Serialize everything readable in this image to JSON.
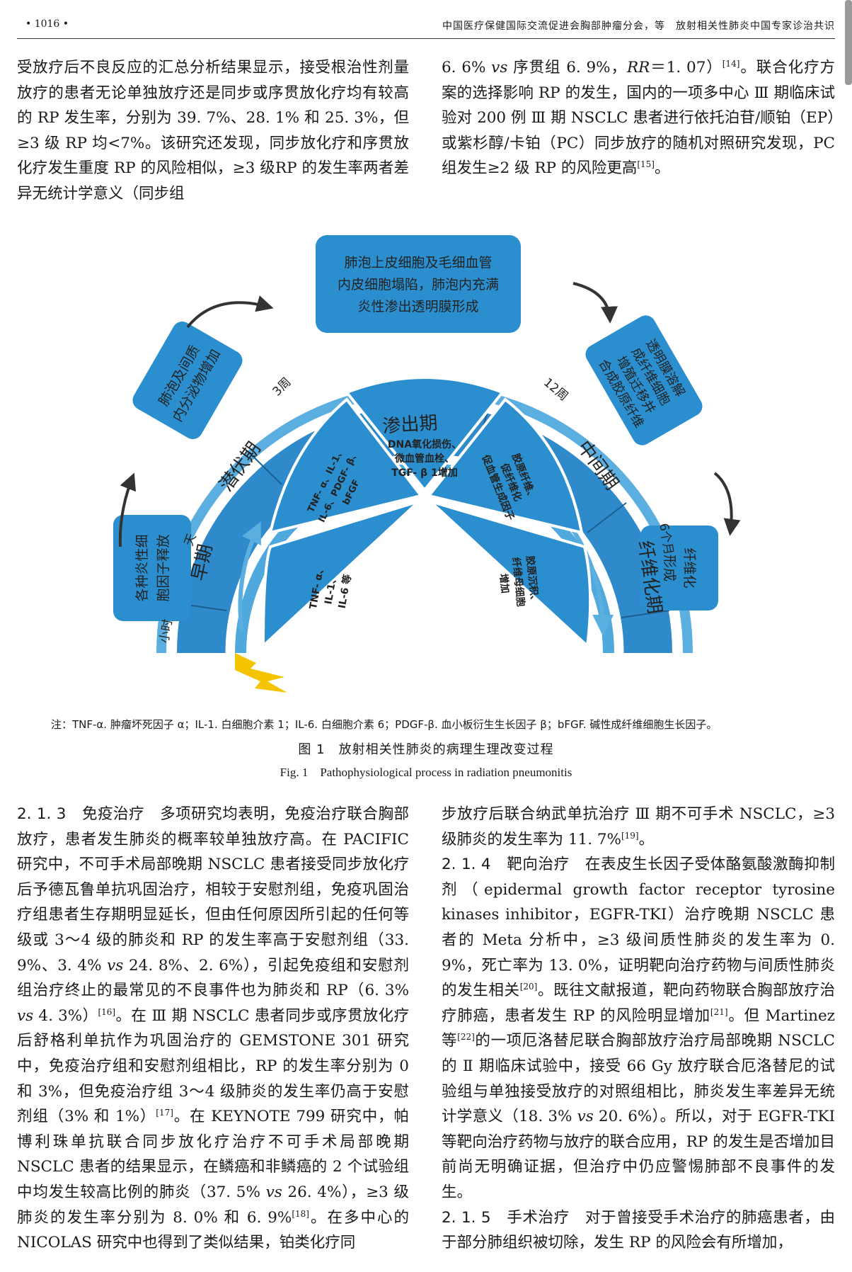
{
  "header": {
    "page_number": "• 1016 •",
    "running_title": "中国医疗保健国际交流促进会胸部肿瘤分会，等　放射相关性肺炎中国专家诊治共识"
  },
  "col1_top": "受放疗后不良反应的汇总分析结果显示，接受根治性剂量放疗的患者无论单独放疗还是同步或序贯放化疗均有较高的 RP 发生率，分别为 39. 7%、28. 1% 和 25. 3%，但≥3 级 RP 均<7%。该研究还发现，同步放化疗和序贯放化疗发生重度 RP 的风险相似，≥3 级RP 的发生率两者差异无统计学意义（同步组",
  "col2_top": {
    "p1": "6. 6% ",
    "vs": "vs",
    "p2": " 序贯组 6. 9%，",
    "rr": "RR",
    "p3": "＝1. 07）",
    "ref1": "[14]",
    "p4": "。联合化疗方案的选择影响 RP 的发生，国内的一项多中心 Ⅲ 期临床试验对 200 例 Ⅲ 期 NSCLC 患者进行依托泊苷/顺铂（EP）或紫杉醇/卡铂（PC）同步放疗的随机对照研究发现，PC 组发生≥2 级 RP 的风险更高",
    "ref2": "[15]",
    "p5": "。"
  },
  "figure": {
    "box_top": [
      "肺泡上皮细胞及毛细血管",
      "内皮细胞塌陷，肺泡内充满",
      "炎性渗出透明膜形成"
    ],
    "box_upper_left": [
      "肺泡及间质",
      "内分泌物增加"
    ],
    "box_lower_left": [
      "各种炎性细",
      "胞因子释放"
    ],
    "box_upper_right": [
      "透明膜溶解",
      "成纤维细胞",
      "增殖迁移并",
      "合成胶原纤维"
    ],
    "box_lower_right": [
      "纤维化",
      "形成"
    ],
    "phase_early": "早期",
    "phase_latent": "潜伏期",
    "phase_exudative": "渗出期",
    "phase_intermediate": "中间期",
    "phase_fibrosis": "纤维化期",
    "time_hours": "小时",
    "time_days": "天",
    "time_3w": "3周",
    "time_12w": "12周",
    "time_6m": "6个月",
    "wedge_center": [
      "DNA氧化损伤、",
      "微血管血栓、",
      "TGF- β 1增加"
    ],
    "wedge_left_upper": [
      "TNF- α、IL-1、",
      "IL-6、PDGF- β、",
      "bFGF"
    ],
    "wedge_left_lower": [
      "TNF- α、",
      "IL-1、",
      "IL-6 等"
    ],
    "wedge_right_upper": [
      "胶原纤维、",
      "促纤维化",
      "促血管生成因子"
    ],
    "wedge_right_lower": [
      "胶原沉积、",
      "纤维母细胞",
      "增加"
    ],
    "colors": {
      "box": "#2b8fcf",
      "ring_dark": "#2e8acb",
      "ring_light": "#4fa9dc",
      "arrow_light": "#5aaee0",
      "bolt": "#f5c400"
    }
  },
  "figure_note": "注：TNF-α. 肿瘤坏死因子 α；IL-1. 白细胞介素 1；IL-6. 白细胞介素 6；PDGF-β. 血小板衍生生长因子 β；bFGF. 碱性成纤维细胞生长因子。",
  "caption_cn": "图 1　放射相关性肺炎的病理生理改变过程",
  "caption_en": "Fig. 1　Pathophysiological process in radiation pneumonitis",
  "col1_bottom": {
    "h1": "2. 1. 3　免疫治疗",
    "a1": "　多项研究均表明，免疫治疗联合胸部放疗，患者发生肺炎的概率较单独放疗高。在 PACIFIC 研究中，不可手术局部晚期 NSCLC 患者接受同步放化疗后予德瓦鲁单抗巩固治疗，相较于安慰剂组，免疫巩固治疗组患者生存期明显延长，但由任何原因所引起的任何等级或 3～4 级的肺炎和 RP 的发生率高于安慰剂组（33. 9%、3. 4% ",
    "vs1": "vs",
    "a2": " 24. 8%、2. 6%），引起免疫组和安慰剂组治疗终止的最常见的不良事件也为肺炎和 RP（6. 3% ",
    "vs2": "vs",
    "a3": " 4. 3%）",
    "r16": "[16]",
    "a4": "。在 Ⅲ 期 NSCLC 患者同步或序贯放化疗后舒格利单抗作为巩固治疗的 GEMSTONE 301 研究中，免疫治疗组和安慰剂组相比，RP 的发生率分别为 0 和 3%，但免疫治疗组 3～4 级肺炎的发生率仍高于安慰剂组（3% 和 1%）",
    "r17": "[17]",
    "a5": "。在 KEYNOTE 799 研究中，帕博利珠单抗联合同步放化疗治疗不可手术局部晚期 NSCLC 患者的结果显示，在鳞癌和非鳞癌的 2 个试验组中均发生较高比例的肺炎（37. 5% ",
    "vs3": "vs",
    "a6": " 26. 4%），≥3 级肺炎的发生率分别为 8. 0% 和 6. 9%",
    "r18": "[18]",
    "a7": "。在多中心的 NICOLAS 研究中也得到了类似结果，铂类化疗同"
  },
  "col2_bottom": {
    "b1": "步放疗后联合纳武单抗治疗 Ⅲ 期不可手术 NSCLC，≥3 级肺炎的发生率为 11. 7%",
    "r19": "[19]",
    "b2": "。",
    "h2": "2. 1. 4　靶向治疗",
    "c1": "　在表皮生长因子受体酪氨酸激酶抑制剂（epidermal growth factor receptor tyrosine kinases inhibitor，EGFR-TKI）治疗晚期 NSCLC 患者的 Meta 分析中，≥3 级间质性肺炎的发生率为 0. 9%，死亡率为 13. 0%，证明靶向治疗药物与间质性肺炎的发生相关",
    "r20": "[20]",
    "c2": "。既往文献报道，靶向药物联合胸部放疗治疗肺癌，患者发生 RP 的风险明显增加",
    "r21": "[21]",
    "c3": "。但 Martinez 等",
    "r22": "[22]",
    "c4": "的一项厄洛替尼联合胸部放疗治疗局部晚期 NSCLC 的 Ⅱ 期临床试验中，接受 66 Gy 放疗联合厄洛替尼的试验组与单独接受放疗的对照组相比，肺炎发生率差异无统计学意义（18. 3% ",
    "vs4": "vs",
    "c5": " 20. 6%）。所以，对于 EGFR-TKI 等靶向治疗药物与放疗的联合应用，RP 的发生是否增加目前尚无明确证据，但治疗中仍应警惕肺部不良事件的发生。",
    "h3": "2. 1. 5　手术治疗",
    "d1": "　对于曾接受手术治疗的肺癌患者，由于部分肺组织被切除，发生 RP 的风险会有所增加，"
  }
}
